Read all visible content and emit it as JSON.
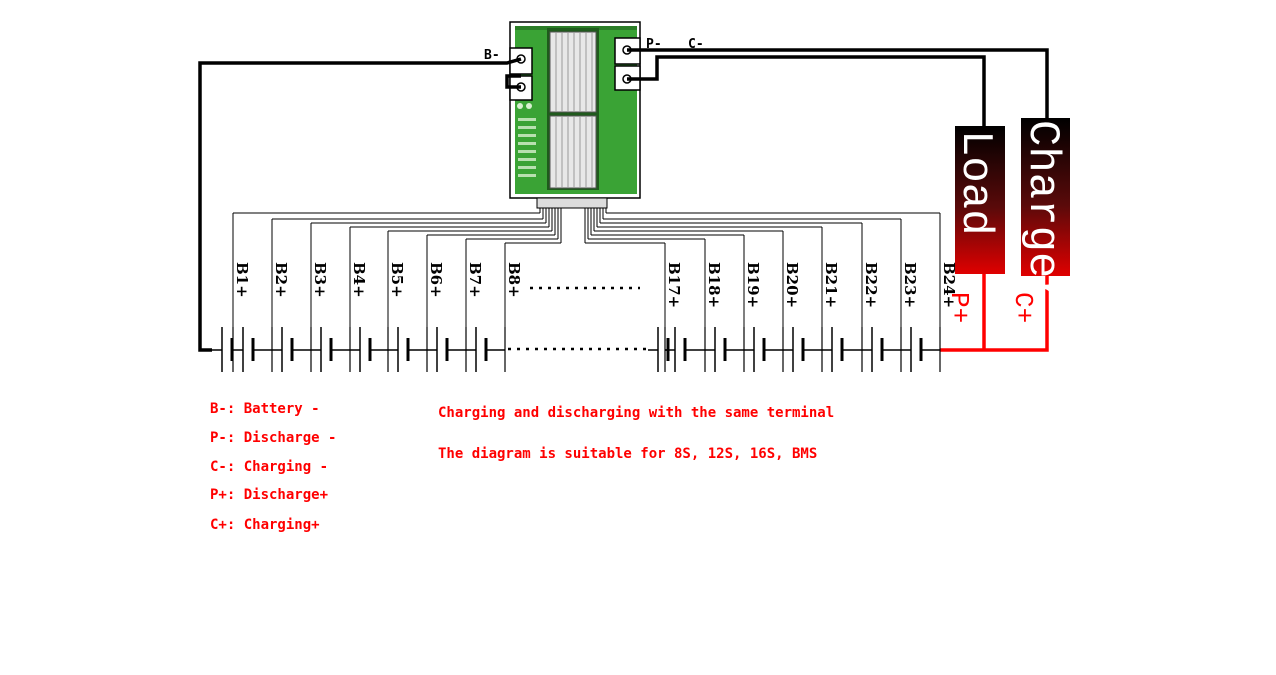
{
  "terminals": {
    "b_minus": "B-",
    "p_minus": "P-",
    "c_minus": "C-",
    "p_plus": "P+",
    "c_plus": "C+"
  },
  "boxes": {
    "load": "Load",
    "charger": "Charger"
  },
  "cell_labels": [
    "B1+",
    "B2+",
    "B3+",
    "B4+",
    "B5+",
    "B6+",
    "B7+",
    "B8+",
    "B17+",
    "B18+",
    "B19+",
    "B20+",
    "B21+",
    "B22+",
    "B23+",
    "B24+"
  ],
  "legend": [
    "B-: Battery -",
    "P-: Discharge -",
    "C-: Charging -",
    "P+: Discharge+",
    "C+: Charging+"
  ],
  "notes": {
    "line1": "Charging and discharging with  the same terminal",
    "line2": "The diagram is suitable for 8S, 12S, 16S, BMS"
  },
  "colors": {
    "wire": "#000000",
    "positive_wire": "#ff0000",
    "board_green": "#3aa335",
    "text_red": "#ff0000"
  }
}
